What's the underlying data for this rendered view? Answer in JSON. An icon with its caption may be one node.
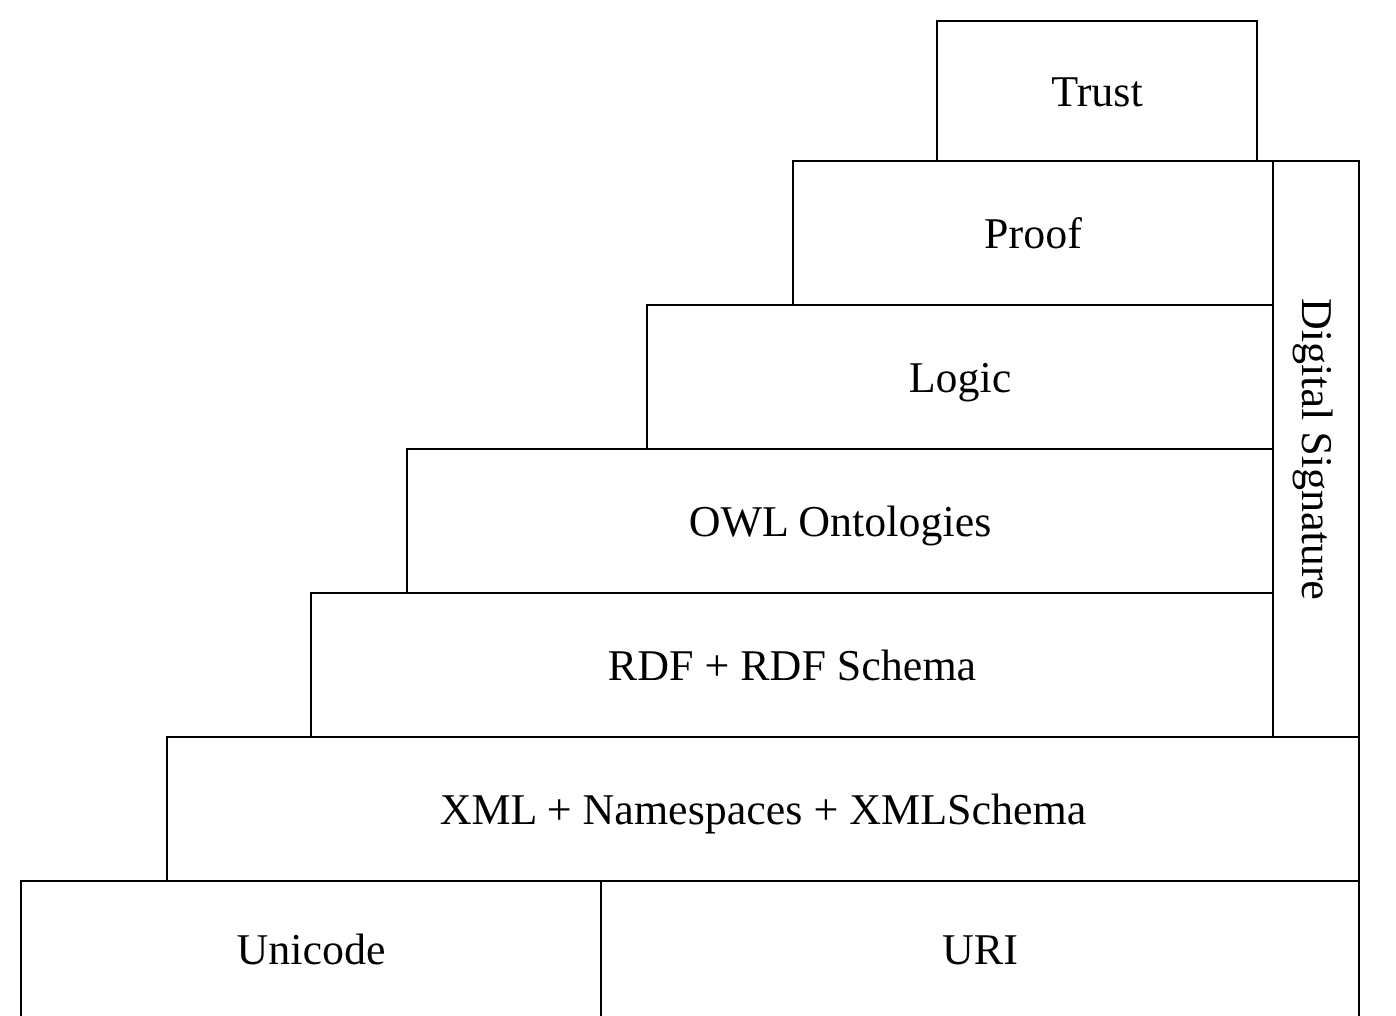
{
  "diagram": {
    "nodes": [
      {
        "text": [
          "Trust"
        ]
      },
      {
        "text": [
          "Proof"
        ]
      },
      {
        "text": [
          "Digital Signature"
        ]
      },
      {
        "text": [
          "Logic"
        ]
      },
      {
        "text": [
          "OWL Ontologies"
        ]
      },
      {
        "text": [
          "RDF + RDF Schema"
        ]
      },
      {
        "text": [
          "XML + Namespaces + XMLSchema"
        ]
      },
      {
        "text": [
          "Unicode"
        ]
      },
      {
        "text": [
          "URI"
        ]
      }
    ]
  }
}
